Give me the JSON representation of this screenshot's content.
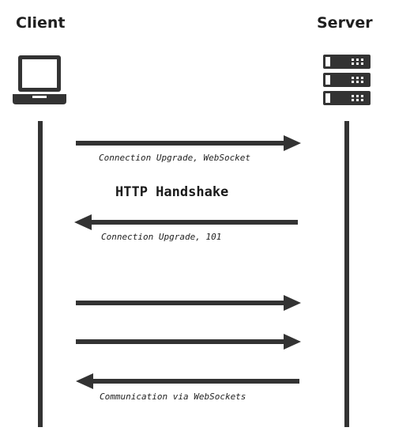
{
  "parties": {
    "client": "Client",
    "server": "Server"
  },
  "handshake_title": "HTTP Handshake",
  "messages": [
    {
      "direction": "client-to-server",
      "label": "Connection Upgrade, WebSocket"
    },
    {
      "direction": "server-to-client",
      "label": "Connection Upgrade, 101"
    },
    {
      "direction": "client-to-server",
      "label": ""
    },
    {
      "direction": "client-to-server",
      "label": ""
    },
    {
      "direction": "server-to-client",
      "label": "Communication via WebSockets"
    }
  ],
  "icons": {
    "client": "laptop-icon",
    "server": "server-rack-icon"
  },
  "colors": {
    "line": "#333333",
    "text": "#1f1f1f",
    "background": "#ffffff"
  }
}
